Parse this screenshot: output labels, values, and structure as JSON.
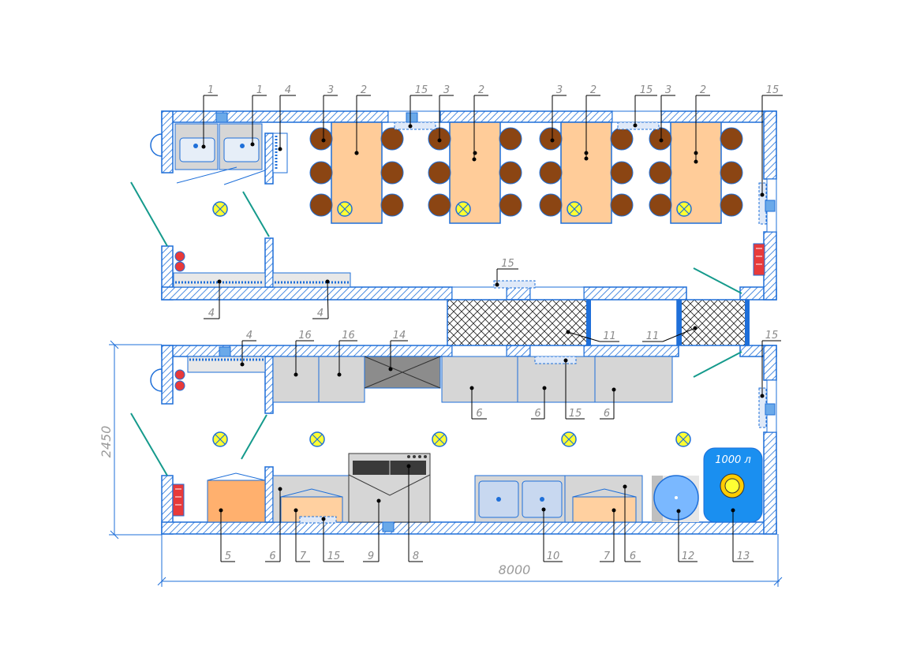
{
  "colors": {
    "wall_outline": "#1e6fd9",
    "hatch": "#1e6fd9",
    "table": "#ffcc99",
    "chair": "#8b4513",
    "equipment": "#d6d6d6",
    "tank": "#1a8ff0",
    "lamp": "#ffff33",
    "radiator": "#e83a3a",
    "door_swing": "#159a8c",
    "leader": "#000000",
    "label": "#8a8a8a",
    "dimension": "#9a9a9a",
    "grate": "#4a4a4a",
    "stove_dark": "#3a3a3a",
    "sink": "#c8d8f0",
    "boiler": "#7ab8ff",
    "counter_orange": "#ffb06e",
    "counter_light": "#ffd0a0"
  },
  "dimensions": {
    "width": "8000",
    "height": "2450"
  },
  "tank": {
    "volume": "1000 л"
  },
  "labels": {
    "top_1a": "1",
    "top_1b": "1",
    "top_4": "4",
    "top_3a": "3",
    "top_2a": "2",
    "top_15a": "15",
    "top_3b": "3",
    "top_2b": "2",
    "top_3c": "3",
    "top_2c": "2",
    "top_15b": "15",
    "top_3d": "3",
    "top_2d": "2",
    "top_15c": "15",
    "upper_4a": "4",
    "upper_4b": "4",
    "mid_15": "15",
    "mid_11a": "11",
    "mid_11b": "11",
    "mid_15b": "15",
    "k_4": "4",
    "k_16a": "16",
    "k_16b": "16",
    "k_14": "14",
    "k_6a": "6",
    "k_6b": "6",
    "k_15": "15",
    "k_6c": "6",
    "b_5": "5",
    "b_6a": "6",
    "b_7a": "7",
    "b_15": "15",
    "b_9": "9",
    "b_8": "8",
    "b_10": "10",
    "b_7b": "7",
    "b_6b": "6",
    "b_12": "12",
    "b_13": "13"
  }
}
